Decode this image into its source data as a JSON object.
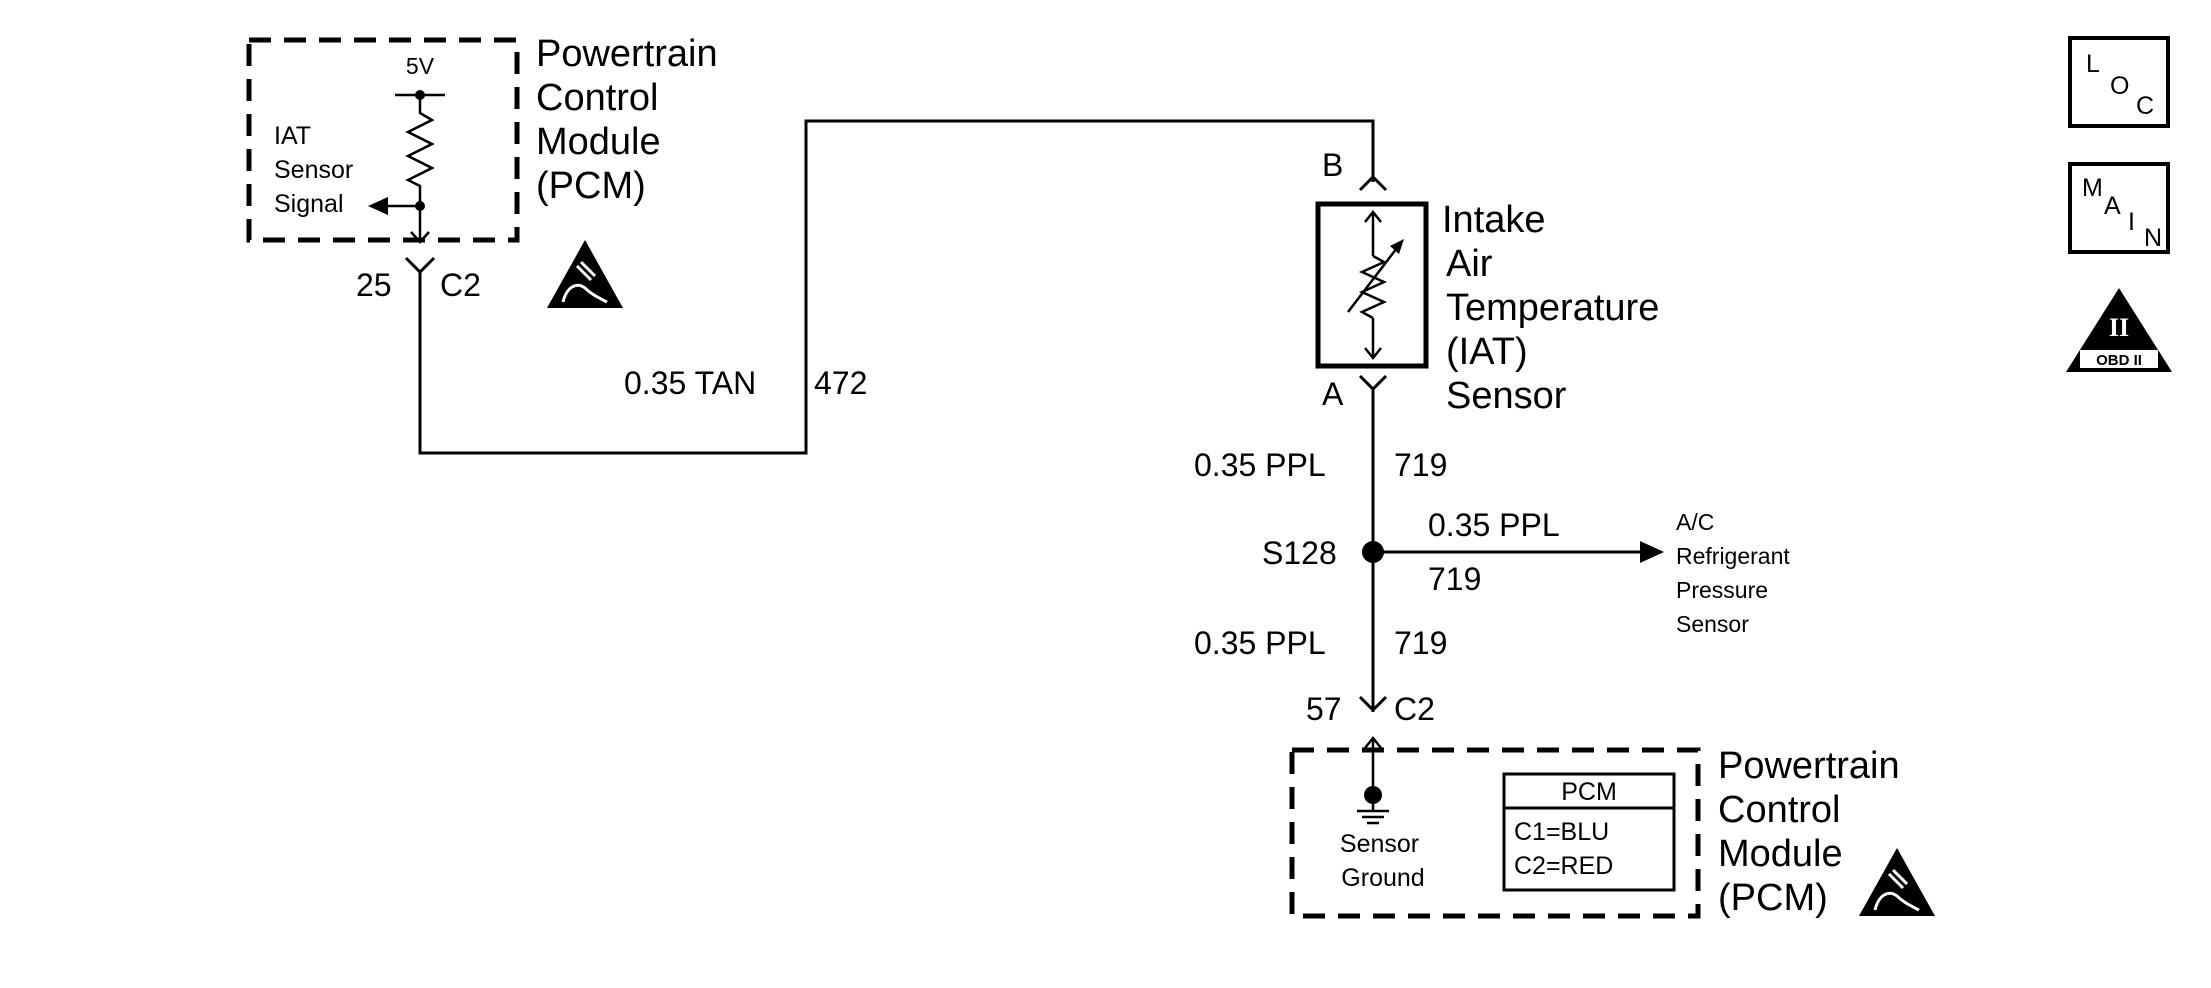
{
  "pcm_top": {
    "title_lines": [
      "Powertrain",
      "Control",
      "Module",
      "(PCM)"
    ],
    "voltage": "5V",
    "signal_lines": [
      "IAT",
      "Sensor",
      "Signal"
    ],
    "pin": "25",
    "connector": "C2"
  },
  "wire_472": {
    "gauge_color": "0.35 TAN",
    "circuit": "472"
  },
  "iat_sensor": {
    "name_lines": [
      "Intake",
      "Air",
      "Temperature",
      "(IAT)",
      "Sensor"
    ],
    "terminal_b": "B",
    "terminal_a": "A"
  },
  "wire_719_upper": {
    "gauge_color": "0.35 PPL",
    "circuit": "719"
  },
  "splice": {
    "id": "S128"
  },
  "wire_719_branch": {
    "gauge_color": "0.35 PPL",
    "circuit": "719"
  },
  "ac_sensor": {
    "name_lines": [
      "A/C",
      "Refrigerant",
      "Pressure",
      "Sensor"
    ]
  },
  "wire_719_lower": {
    "gauge_color": "0.35 PPL",
    "circuit": "719"
  },
  "pcm_bottom": {
    "pin": "57",
    "connector": "C2",
    "ground_lines": [
      "Sensor",
      "Ground"
    ],
    "legend_title": "PCM",
    "legend_lines": [
      "C1=BLU",
      "C2=RED"
    ],
    "title_lines": [
      "Powertrain",
      "Control",
      "Module",
      "(PCM)"
    ]
  },
  "badges": {
    "loc": [
      "L",
      "O",
      "C"
    ],
    "main": [
      "M",
      "A",
      "I",
      "N"
    ],
    "obd_numeral": "II",
    "obd_label": "OBD II"
  },
  "icons": [
    "esd-warning-icon",
    "resistor-icon",
    "thermistor-icon",
    "ground-icon",
    "splice-icon",
    "arrow-icon",
    "obd-ii-icon"
  ]
}
